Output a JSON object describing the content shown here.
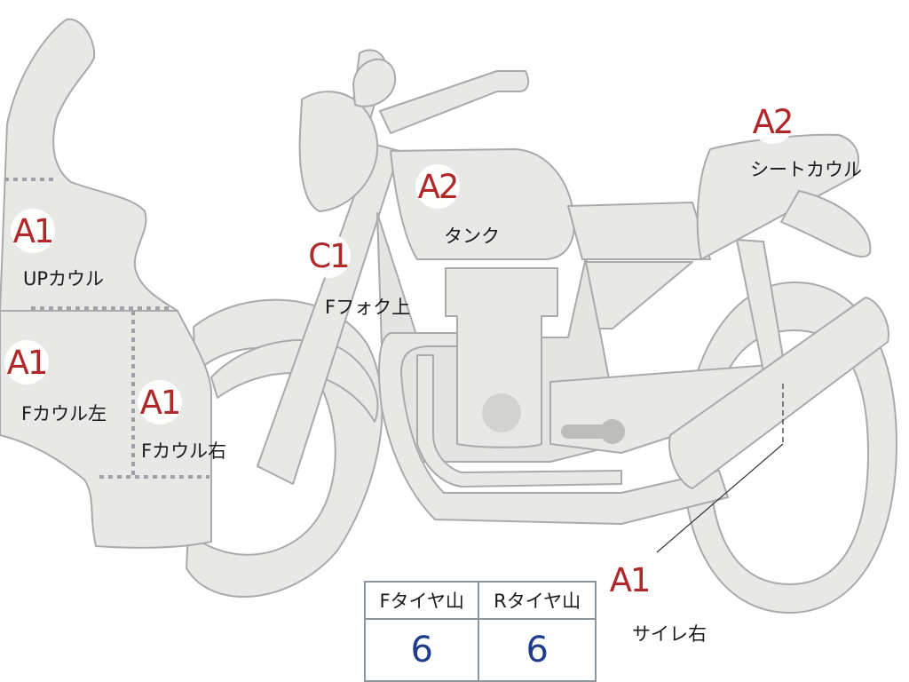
{
  "colors": {
    "grade": "#b0282a",
    "tread_value": "#1f3d8c",
    "body_fill": "#e8e8e6",
    "outline": "#aaaaaa"
  },
  "parts": {
    "up_cowl": {
      "grade": "A1",
      "label": "UPカウル"
    },
    "f_cowl_left": {
      "grade": "A1",
      "label": "Fカウル左"
    },
    "f_cowl_right": {
      "grade": "A1",
      "label": "Fカウル右"
    },
    "f_fork_upper": {
      "grade": "C1",
      "label": "Fフォク上"
    },
    "tank": {
      "grade": "A2",
      "label": "タンク"
    },
    "seat_cowl": {
      "grade": "A2",
      "label": "シートカウル"
    },
    "muffler_right": {
      "grade": "A1",
      "label": "サイレ右"
    }
  },
  "tire_tread": {
    "front": {
      "label": "Fタイヤ山",
      "value": "6"
    },
    "rear": {
      "label": "Rタイヤ山",
      "value": "6"
    }
  }
}
